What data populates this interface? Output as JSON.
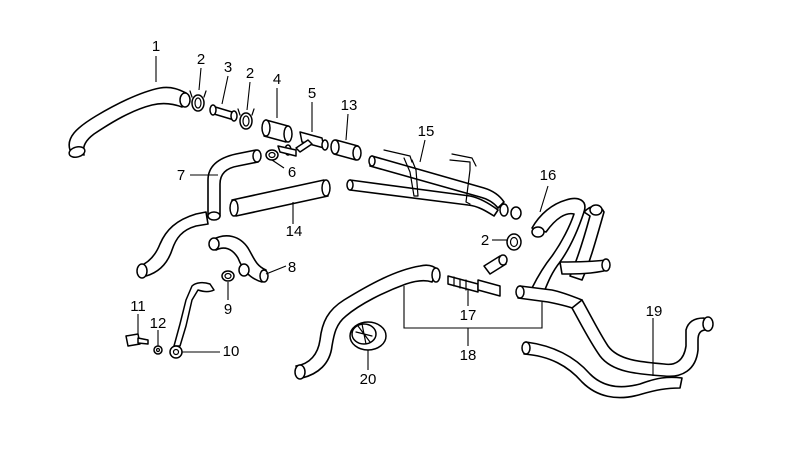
{
  "callouts": [
    {
      "id": "c1",
      "label": "1"
    },
    {
      "id": "c2a",
      "label": "2"
    },
    {
      "id": "c3",
      "label": "3"
    },
    {
      "id": "c2b",
      "label": "2"
    },
    {
      "id": "c4",
      "label": "4"
    },
    {
      "id": "c5",
      "label": "5"
    },
    {
      "id": "c13",
      "label": "13"
    },
    {
      "id": "c15",
      "label": "15"
    },
    {
      "id": "c7",
      "label": "7"
    },
    {
      "id": "c6",
      "label": "6"
    },
    {
      "id": "c16",
      "label": "16"
    },
    {
      "id": "c14",
      "label": "14"
    },
    {
      "id": "c2c",
      "label": "2"
    },
    {
      "id": "c8",
      "label": "8"
    },
    {
      "id": "c9",
      "label": "9"
    },
    {
      "id": "c11",
      "label": "11"
    },
    {
      "id": "c12",
      "label": "12"
    },
    {
      "id": "c10",
      "label": "10"
    },
    {
      "id": "c17",
      "label": "17"
    },
    {
      "id": "c18",
      "label": "18"
    },
    {
      "id": "c19",
      "label": "19"
    },
    {
      "id": "c20",
      "label": "20"
    }
  ]
}
